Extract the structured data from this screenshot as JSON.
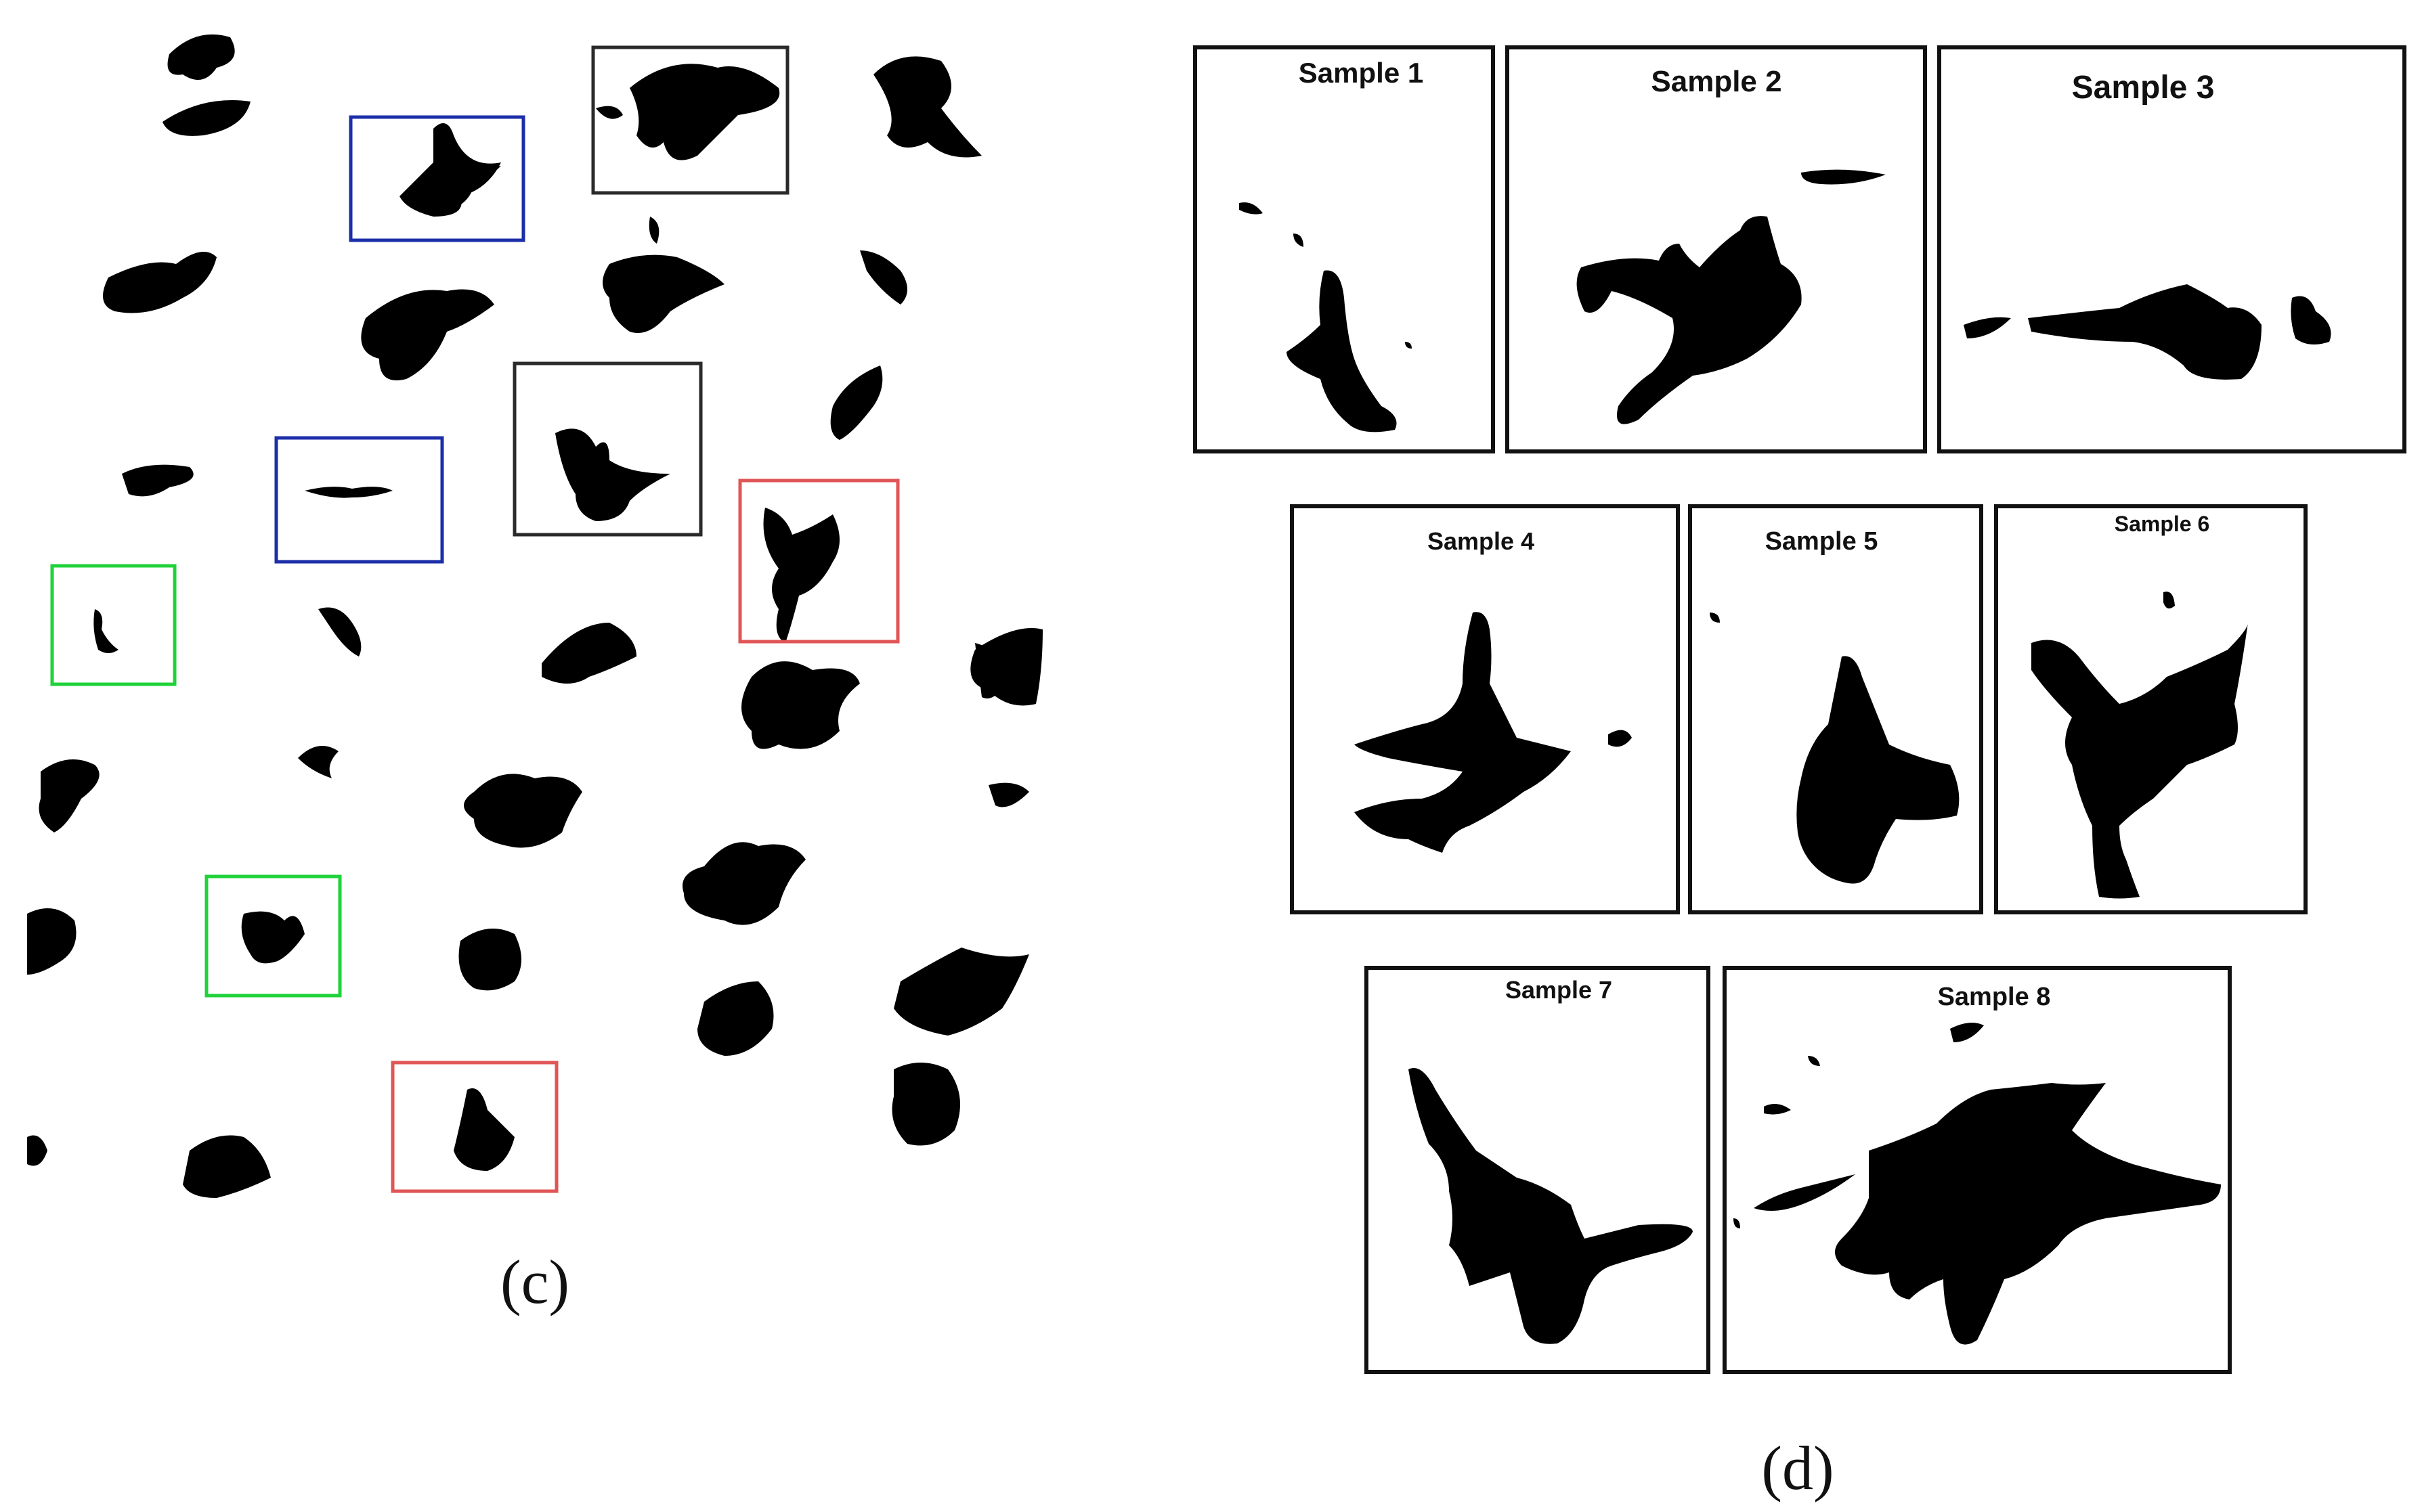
{
  "panels": {
    "c_label": "(c)",
    "d_label": "(d)"
  },
  "highlight_colors": {
    "black": "#2a2a2a",
    "blue": "#1c2ea8",
    "red": "#e05555",
    "green": "#1fd23a"
  },
  "samples": [
    {
      "title": "Sample 1"
    },
    {
      "title": "Sample 2"
    },
    {
      "title": "Sample 3"
    },
    {
      "title": "Sample 4"
    },
    {
      "title": "Sample 5"
    },
    {
      "title": "Sample 6"
    },
    {
      "title": "Sample 7"
    },
    {
      "title": "Sample 8"
    }
  ]
}
